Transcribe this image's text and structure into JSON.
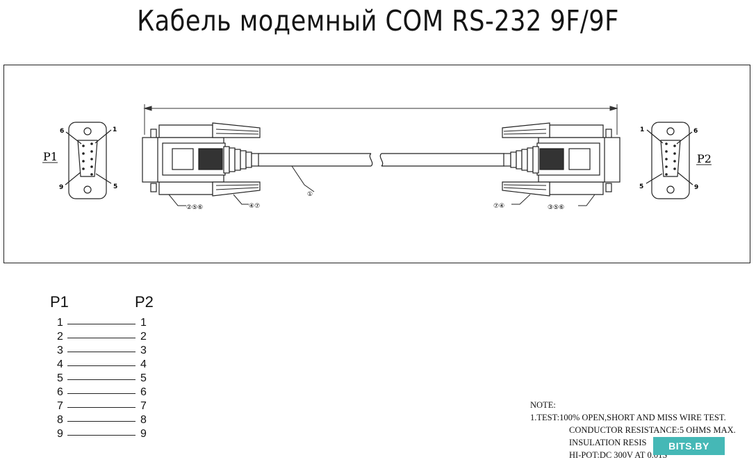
{
  "title": "Кабель модемный COM RS-232  9F/9F",
  "drawing": {
    "port_left": "P1",
    "port_right": "P2",
    "p1_pins": {
      "top_left": "6",
      "top_right": "1",
      "bottom_left": "9",
      "bottom_right": "5"
    },
    "p2_pins": {
      "top_left": "1",
      "top_right": "6",
      "bottom_left": "5",
      "bottom_right": "9"
    },
    "callouts": {
      "cable": "①",
      "left_shell": "②⑤⑥",
      "left_boot": "④⑦",
      "right_boot": "⑦④",
      "right_shell": "③⑤⑥"
    }
  },
  "wiring": {
    "header_left": "P1",
    "header_right": "P2",
    "rows": [
      {
        "left": "1",
        "right": "1"
      },
      {
        "left": "2",
        "right": "2"
      },
      {
        "left": "3",
        "right": "3"
      },
      {
        "left": "4",
        "right": "4"
      },
      {
        "left": "5",
        "right": "5"
      },
      {
        "left": "6",
        "right": "6"
      },
      {
        "left": "7",
        "right": "7"
      },
      {
        "left": "8",
        "right": "8"
      },
      {
        "left": "9",
        "right": "9"
      }
    ]
  },
  "notes": {
    "heading": "NOTE:",
    "line1": "1.TEST:100% OPEN,SHORT AND MISS WIRE TEST.",
    "line2": "CONDUCTOR RESISTANCE:5 OHMS MAX.",
    "line3": "INSULATION RESIS",
    "line4": "HI-POT:DC 300V AT 0.01S"
  },
  "watermark": "BITS.BY"
}
